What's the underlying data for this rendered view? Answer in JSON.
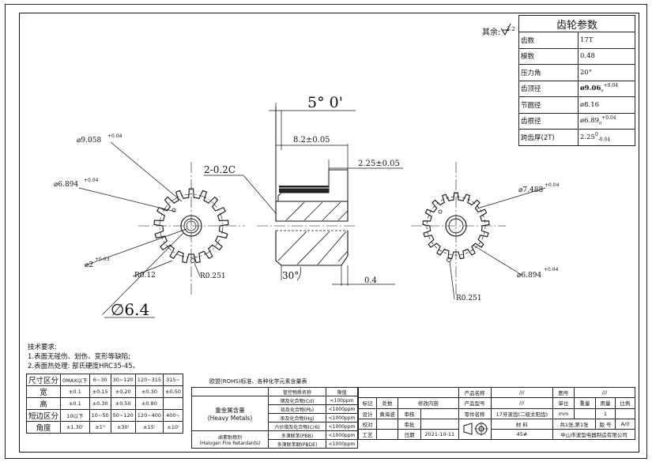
{
  "roughness": {
    "label": "其余:",
    "value": "3.2"
  },
  "gear_params": {
    "title": "齿轮参数",
    "rows": [
      {
        "label": "齿数",
        "value": "17T"
      },
      {
        "label": "模数",
        "value": "0.48"
      },
      {
        "label": "压力角",
        "value": "20°"
      },
      {
        "label": "齿顶径",
        "value": "ø9.06",
        "tol": "+0.04",
        "tol_low": "0"
      },
      {
        "label": "节圆径",
        "value": "ø8.16"
      },
      {
        "label": "齿根径",
        "value": "ø6.89",
        "tol": "+0.04",
        "tol_low": "0"
      },
      {
        "label": "跨齿厚(2T)",
        "value": "2.25",
        "tol": "0",
        "tol_low": "-0.04"
      }
    ]
  },
  "dims": {
    "angle": "5° 0'",
    "length": "8.2±0.05",
    "width": "2.25±0.05",
    "chamfer": "2-0.2C",
    "chamfer_angle": "30°",
    "gap": "0.4",
    "tip_dia": "⌀9.058",
    "tip_tol": "+0.04",
    "root_dia": "⌀6.894",
    "root_tol": "+0.04",
    "hole_dia": "⌀2",
    "hole_tol": "+0.03",
    "r012": "R0.12",
    "r0251": "R0.251",
    "shaft_dia": "∅6.4",
    "r_right_dia": "⌀7.488",
    "r_right_tol": "+0.04",
    "r_right_root": "⌀6.894",
    "r_right_root_tol": "+0.04",
    "r_right_r": "R0.251"
  },
  "notes": {
    "title": "技术要求:",
    "line1": "1.表面无碰伤、划伤、变形等缺陷;",
    "line2": "2.表面热处理: 部氏硬度HRC35-45。"
  },
  "tolerance": {
    "header": [
      "尺寸区分",
      "0MAX以下",
      "6~30",
      "30~120",
      "120~315",
      "315~"
    ],
    "rows": [
      [
        "宽",
        "±0.1",
        "±0.15",
        "±0.20",
        "±0.30",
        "±0.50"
      ],
      [
        "高",
        "±0.1",
        "±0.30",
        "±0.50",
        "±0.80",
        ""
      ],
      [
        "短边区分",
        "10以下",
        "10~50",
        "50~120",
        "120~400",
        "400~"
      ],
      [
        "角度",
        "±1.30'",
        "±1°",
        "±30'",
        "±15'",
        "±10'"
      ]
    ]
  },
  "rohs": {
    "title": "欧盟(ROHS)标准、各种化学元素含量表",
    "head_item": "管控物质名称",
    "head_limit": "限值",
    "group1": "重金属含量\n(Heavy Metals)",
    "group2": "卤素耐燃剂\n(Halogen Fire Retardants)",
    "items": [
      [
        "镉及化合物(Cd)",
        "<100ppm"
      ],
      [
        "铅及化合物(Pb)",
        "<1000ppm"
      ],
      [
        "汞及化合物(Hg)",
        "<1000ppm"
      ],
      [
        "六价铬及化合物(Cr6)",
        "<1000ppm"
      ],
      [
        "多溴联苯(PBB)",
        "<1000ppm"
      ],
      [
        "多溴联苯醚(PBDE)",
        "<1000ppm"
      ]
    ]
  },
  "title_block": {
    "product_name_label": "产品名称",
    "product_name": "///",
    "drawing_no_label": "图号",
    "drawing_no": "///",
    "mark": "标记",
    "count": "处数",
    "change": "修改内容",
    "model_label": "产品型号",
    "model": "///",
    "unit_label": "单位",
    "weight_label": "重量",
    "qty_label": "用量",
    "scale_label": "比例",
    "design": "设计",
    "designer": "黄海波",
    "review": "审核",
    "part_name_label": "零件名称",
    "part_name": "17牙滚齿(二级太阳齿)",
    "unit": "mm",
    "qty": "1",
    "check": "校对",
    "review2": "审批",
    "material_label": "材 料",
    "sheet": "共1张,第1张",
    "version_label": "版 号",
    "version": "A/0",
    "process": "工艺",
    "date_label": "日期",
    "date": "2021-10-11",
    "material": "45#",
    "company": "中山市波型电器制造有限公司"
  },
  "colors": {
    "line": "#111111",
    "hatch": "#333333"
  }
}
